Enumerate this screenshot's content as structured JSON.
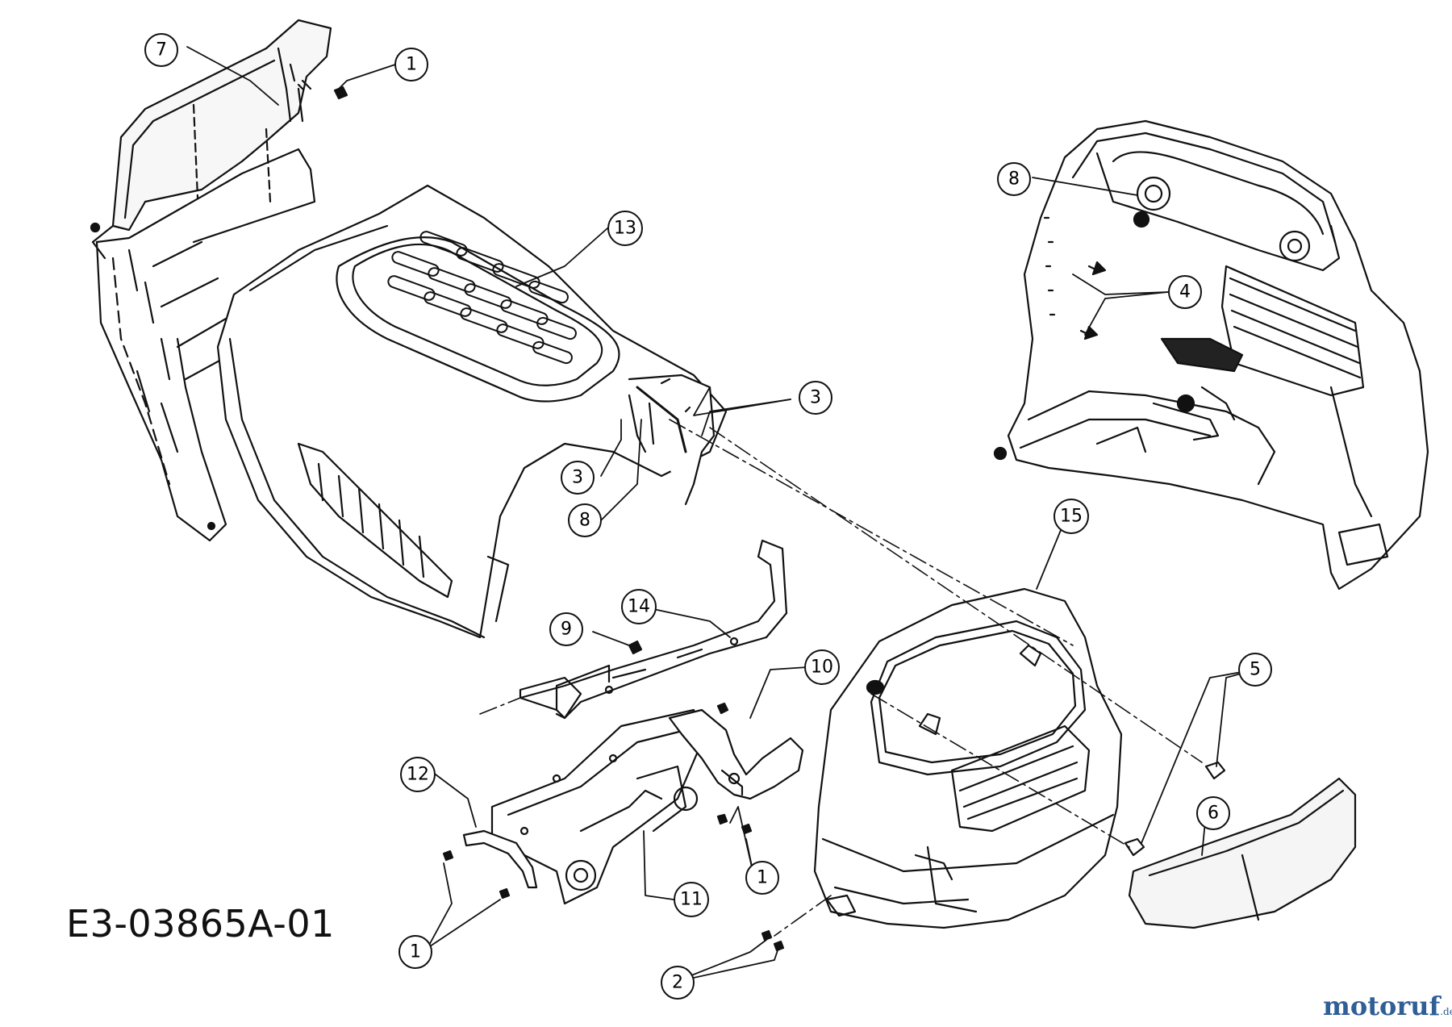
{
  "diagram_code": "E3-03865A-01",
  "watermark": {
    "text": "motoruf",
    "suffix": ".de"
  },
  "callouts": [
    {
      "label": "7"
    },
    {
      "label": "1"
    },
    {
      "label": "13"
    },
    {
      "label": "3"
    },
    {
      "label": "3"
    },
    {
      "label": "8"
    },
    {
      "label": "8"
    },
    {
      "label": "4"
    },
    {
      "label": "15"
    },
    {
      "label": "14"
    },
    {
      "label": "9"
    },
    {
      "label": "10"
    },
    {
      "label": "12"
    },
    {
      "label": "11"
    },
    {
      "label": "1"
    },
    {
      "label": "1"
    },
    {
      "label": "5"
    },
    {
      "label": "6"
    },
    {
      "label": "2"
    }
  ]
}
